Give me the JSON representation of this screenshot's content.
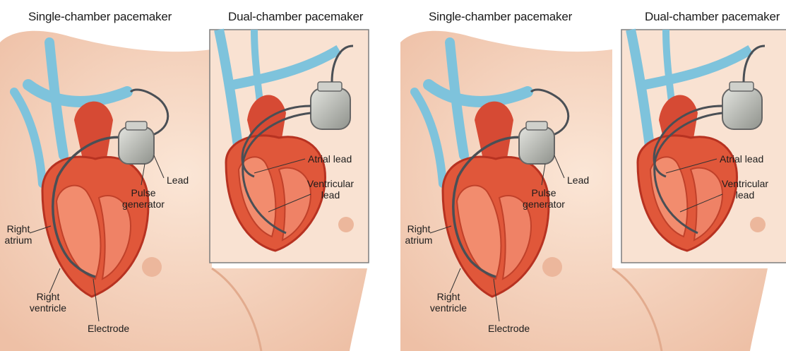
{
  "panels": [
    {
      "single_title": "Single-chamber pacemaker",
      "dual_title": "Dual-chamber pacemaker",
      "labels": {
        "lead": "Lead",
        "pulse_generator_1": "Pulse",
        "pulse_generator_2": "generator",
        "right_atrium_1": "Right",
        "right_atrium_2": "atrium",
        "right_ventricle_1": "Right",
        "right_ventricle_2": "ventricle",
        "electrode": "Electrode",
        "atrial_lead": "Atrial lead",
        "ventricular_lead_1": "Ventricular",
        "ventricular_lead_2": "lead"
      }
    },
    {
      "single_title": "Single-chamber pacemaker",
      "dual_title": "Dual-chamber pacemaker",
      "labels": {
        "lead": "Lead",
        "pulse_generator_1": "Pulse",
        "pulse_generator_2": "generator",
        "right_atrium_1": "Right",
        "right_atrium_2": "atrium",
        "right_ventricle_1": "Right",
        "right_ventricle_2": "ventricle",
        "electrode": "Electrode",
        "atrial_lead": "Atrial lead",
        "ventricular_lead_1": "Ventricular",
        "ventricular_lead_2": "lead"
      }
    }
  ],
  "colors": {
    "skin": "#f7dcc8",
    "skin_shadow": "#eec0a6",
    "heart": "#e0573a",
    "heart_dark": "#b73221",
    "vessel": "#7ec3dc",
    "device": "#b7b9b3",
    "lead_wire": "#4a4f55",
    "inset_border": "#7d7d7d"
  }
}
